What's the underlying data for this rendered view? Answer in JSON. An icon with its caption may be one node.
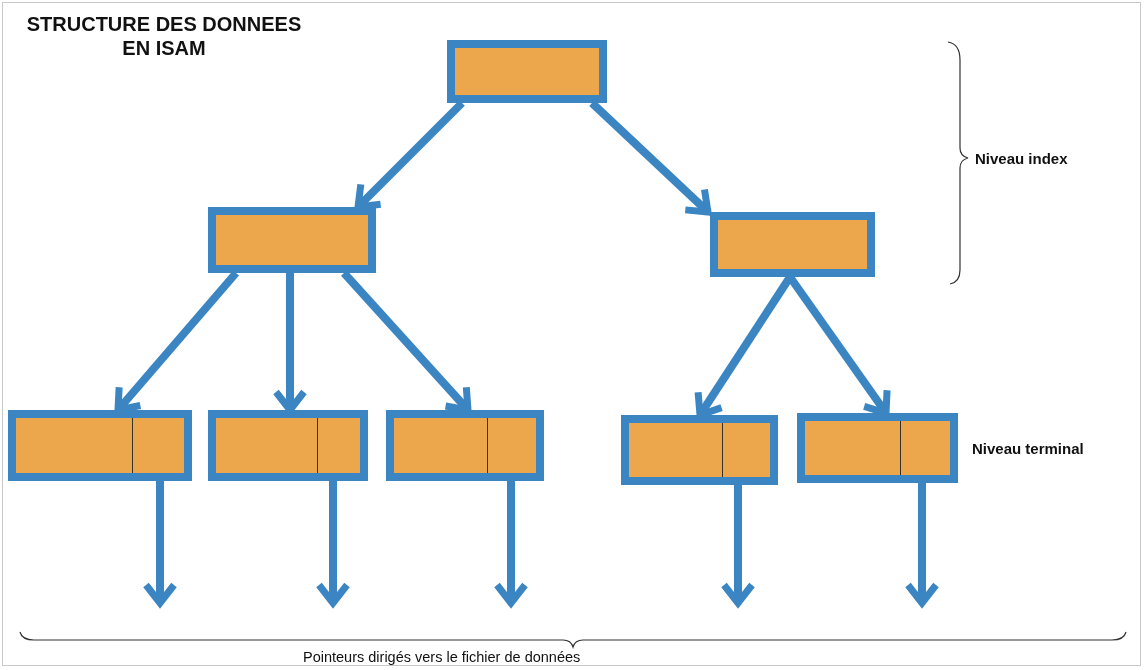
{
  "diagram": {
    "title": "STRUCTURE DES DONNEES EN ISAM",
    "nodes": [
      {
        "text": [],
        "shape": "box"
      },
      {
        "text": [],
        "shape": "box"
      },
      {
        "text": [],
        "shape": "box"
      },
      {
        "text": [],
        "shape": "box"
      },
      {
        "text": [],
        "shape": "box"
      },
      {
        "text": [],
        "shape": "box"
      },
      {
        "text": [],
        "shape": "box"
      },
      {
        "text": [],
        "shape": "box"
      }
    ],
    "edges": [
      {
        "from": 0,
        "to": 1,
        "arrow": "to"
      },
      {
        "from": 0,
        "to": 2,
        "arrow": "to"
      },
      {
        "from": 1,
        "to": 3,
        "arrow": "to"
      },
      {
        "from": 1,
        "to": 4,
        "arrow": "to"
      },
      {
        "from": 1,
        "to": 5,
        "arrow": "to"
      },
      {
        "from": 2,
        "to": 6,
        "arrow": "to"
      },
      {
        "from": 2,
        "to": 7,
        "arrow": "to"
      },
      {
        "from": 3,
        "to": null,
        "arrow": "to"
      },
      {
        "from": 4,
        "to": null,
        "arrow": "to"
      },
      {
        "from": 5,
        "to": null,
        "arrow": "to"
      },
      {
        "from": 6,
        "to": null,
        "arrow": "to"
      },
      {
        "from": 7,
        "to": null,
        "arrow": "to"
      }
    ],
    "labels": [
      "Niveau index",
      "Niveau terminal",
      "Pointeurs dirigés vers le fichier de données"
    ]
  }
}
